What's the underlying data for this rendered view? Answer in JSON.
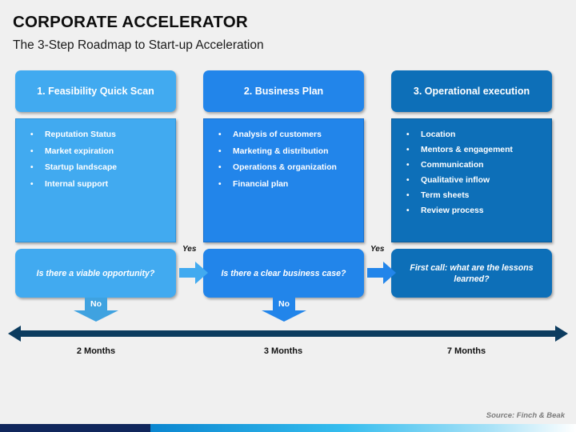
{
  "slide": {
    "title": "CORPORATE ACCELERATOR",
    "subtitle": "The 3-Step Roadmap to Start-up Acceleration",
    "background_color": "#f0f0f0",
    "source_note": "Source: Finch & Beak"
  },
  "colors": {
    "step1": "#41aaf0",
    "step1_border": "#2f93d8",
    "step2": "#2285ea",
    "step2_border": "#166fce",
    "step3": "#0d6fb8",
    "step3_border": "#0a5d9c",
    "arrow_yes_1": "#41aaf0",
    "arrow_yes_2": "#2285ea",
    "arrow_no_1": "#3fa2e0",
    "arrow_no_2": "#2285ea",
    "timeline": "#0c3c5f",
    "bar_navy": "#10265c",
    "bar_cyan": "#0b86d0",
    "text_light": "#ffffff",
    "text_dark": "#111111",
    "source_gray": "#7a7a7a"
  },
  "columns": [
    {
      "id": "step-1",
      "header": "1. Feasibility Quick Scan",
      "fill": "#41aaf0",
      "border": "#2f93d8",
      "bullets": [
        "Reputation Status",
        "Market expiration",
        "Startup landscape",
        "Internal support"
      ]
    },
    {
      "id": "step-2",
      "header": "2. Business Plan",
      "fill": "#2285ea",
      "border": "#166fce",
      "bullets": [
        "Analysis of customers",
        "Marketing & distribution",
        "Operations & organization",
        "Financial plan"
      ]
    },
    {
      "id": "step-3",
      "header": "3. Operational execution",
      "fill": "#0d6fb8",
      "border": "#0a5d9c",
      "bullets": [
        "Location",
        "Mentors & engagement",
        "Communication",
        "Qualitative inflow",
        "Term sheets",
        "Review process"
      ]
    }
  ],
  "decisions": [
    {
      "id": "decision-1",
      "text": "Is there a viable opportunity?",
      "fill": "#41aaf0"
    },
    {
      "id": "decision-2",
      "text": "Is there a clear business case?",
      "fill": "#2285ea"
    },
    {
      "id": "decision-3",
      "text": "First call: what are the lessons learned?",
      "fill": "#0d6fb8"
    }
  ],
  "yes_arrows": [
    {
      "label": "Yes",
      "color": "#41aaf0"
    },
    {
      "label": "Yes",
      "color": "#2285ea"
    }
  ],
  "no_arrows": [
    {
      "label": "No",
      "color": "#3fa2e0"
    },
    {
      "label": "No",
      "color": "#2285ea"
    }
  ],
  "timeline": {
    "color": "#0c3c5f",
    "durations": [
      "2 Months",
      "3 Months",
      "7 Months"
    ]
  },
  "bullet_glyph": "•"
}
